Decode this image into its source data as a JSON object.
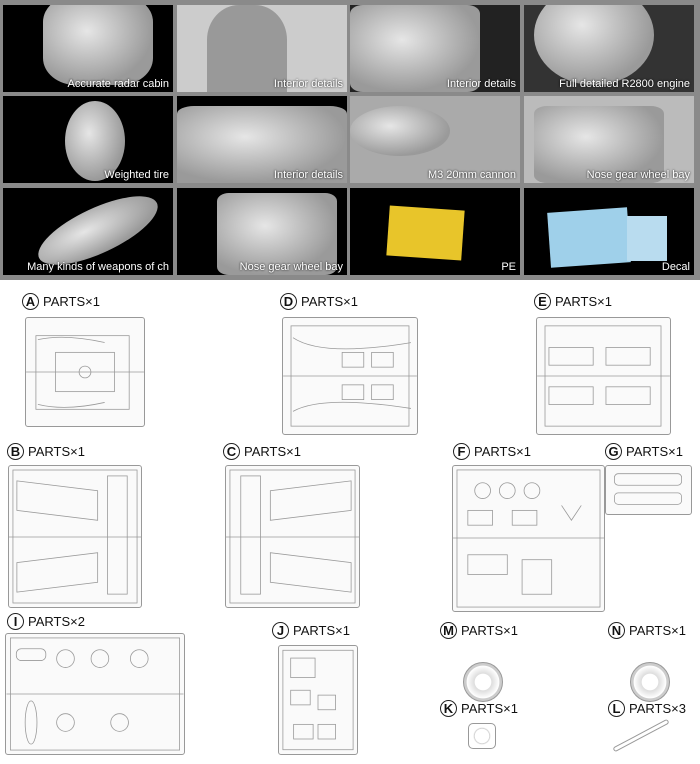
{
  "features": [
    {
      "caption": "Accurate radar cabin"
    },
    {
      "caption": "Interior details"
    },
    {
      "caption": "Interior details"
    },
    {
      "caption": "Full detailed R2800 engine"
    },
    {
      "caption": "Weighted tire"
    },
    {
      "caption": "Interior details"
    },
    {
      "caption": "M3 20mm cannon"
    },
    {
      "caption": "Nose gear wheel bay"
    },
    {
      "caption": "Many kinds of weapons of ch"
    },
    {
      "caption": "Nose gear wheel bay"
    },
    {
      "caption": "PE"
    },
    {
      "caption": "Decal"
    }
  ],
  "parts": [
    {
      "letter": "A",
      "label": "PARTS×1"
    },
    {
      "letter": "D",
      "label": "PARTS×1"
    },
    {
      "letter": "E",
      "label": "PARTS×1"
    },
    {
      "letter": "B",
      "label": "PARTS×1"
    },
    {
      "letter": "C",
      "label": "PARTS×1"
    },
    {
      "letter": "F",
      "label": "PARTS×1"
    },
    {
      "letter": "G",
      "label": "PARTS×1"
    },
    {
      "letter": "I",
      "label": "PARTS×2"
    },
    {
      "letter": "J",
      "label": "PARTS×1"
    },
    {
      "letter": "M",
      "label": "PARTS×1"
    },
    {
      "letter": "N",
      "label": "PARTS×1"
    },
    {
      "letter": "K",
      "label": "PARTS×1"
    },
    {
      "letter": "L",
      "label": "PARTS×3"
    }
  ]
}
